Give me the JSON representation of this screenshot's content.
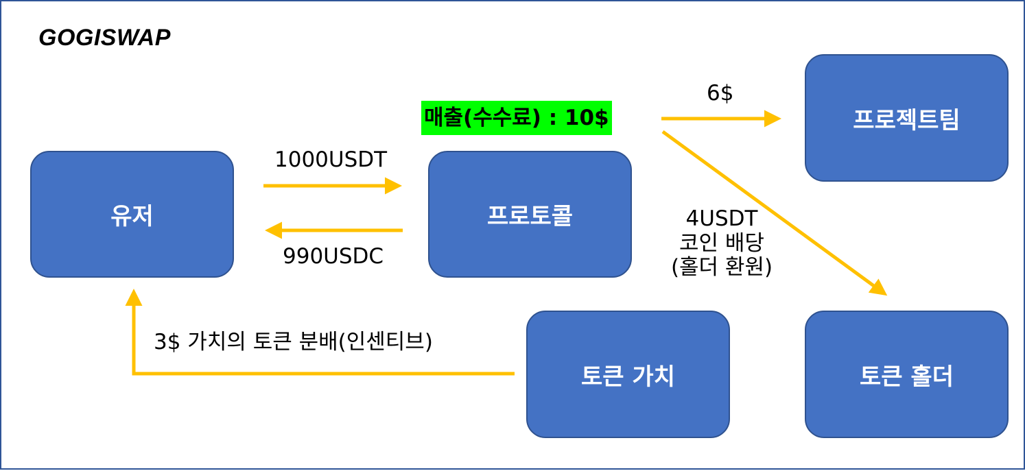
{
  "title": "GOGISWAP",
  "nodes": {
    "user": "유저",
    "protocol": "프로토콜",
    "project_team": "프로젝트팀",
    "token_value": "토큰 가치",
    "token_holder": "토큰 홀더"
  },
  "revenue_label": "매출(수수료) : 10$",
  "edges": {
    "deposit": "1000USDT",
    "withdraw": "990USDC",
    "to_team": "6$",
    "dividend_line1": "4USDT",
    "dividend_line2": "코인 배당",
    "dividend_line3": "(홀더 환원)",
    "incentive": "3$ 가치의 토큰 분배(인센티브)"
  },
  "colors": {
    "box_fill": "#4472c4",
    "box_border": "#2f528f",
    "arrow": "#ffc000",
    "highlight": "#00ff00",
    "frame": "#2f5597"
  }
}
